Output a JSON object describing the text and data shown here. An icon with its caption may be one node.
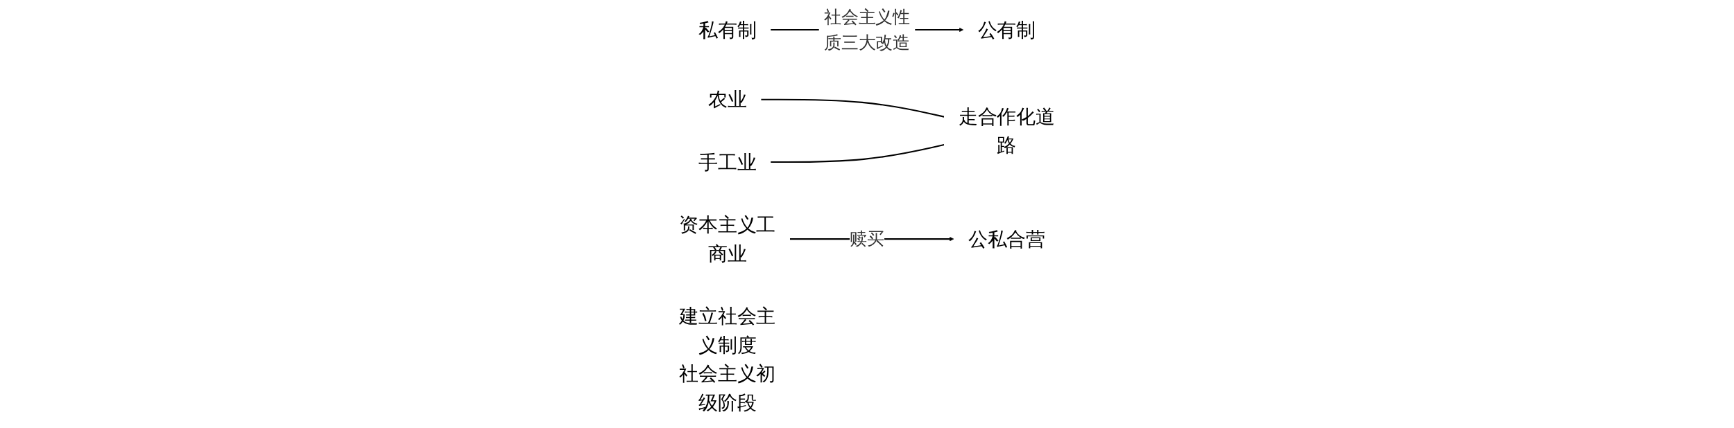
{
  "diagram": {
    "nodes": [
      {
        "text": [
          "私有制"
        ]
      },
      {
        "text": [
          "公有制"
        ]
      },
      {
        "text": [
          "农业"
        ]
      },
      {
        "text": [
          "手工业"
        ]
      },
      {
        "text": [
          "走合作化道路"
        ]
      },
      {
        "text": [
          "资本主义工商业"
        ]
      },
      {
        "text": [
          "公私合营"
        ]
      },
      {
        "text": [
          "建立社会主义制度",
          "社会主义初级阶段"
        ]
      }
    ],
    "edges": [
      {
        "from": 0,
        "to": 1,
        "arrow": "to",
        "label": "社会主义性质三大改造"
      },
      {
        "from": 2,
        "to": 4,
        "arrow": "none"
      },
      {
        "from": 3,
        "to": 4,
        "arrow": "none"
      },
      {
        "from": 5,
        "to": 6,
        "arrow": "to",
        "label": "赎买"
      }
    ]
  }
}
